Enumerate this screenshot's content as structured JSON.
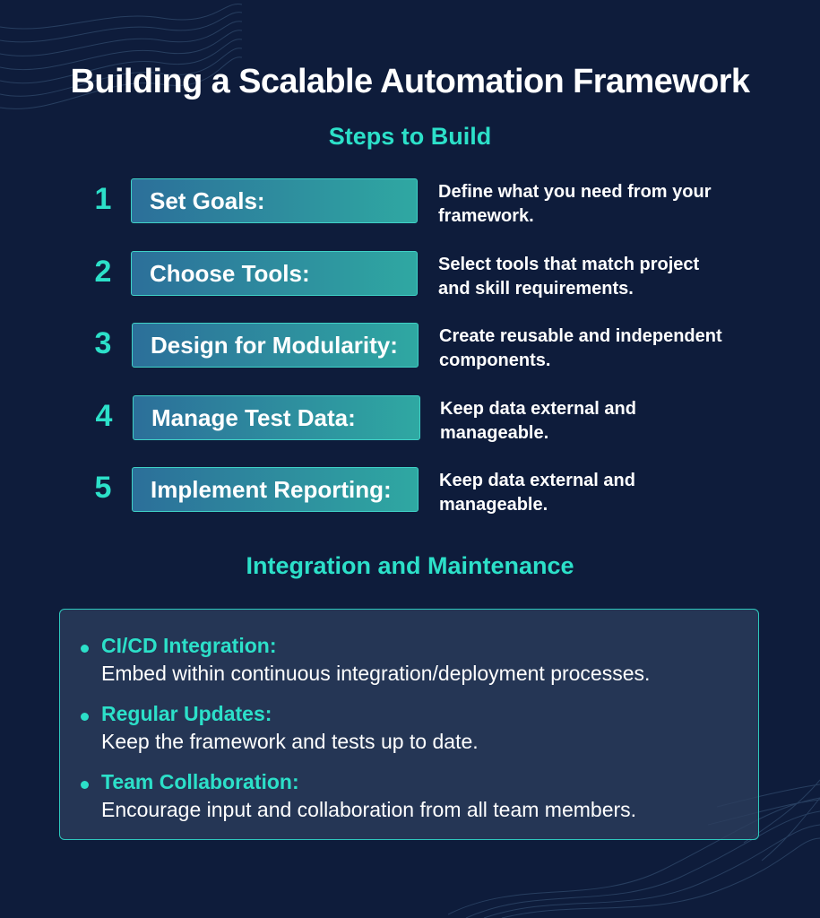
{
  "title": "Building a Scalable Automation Framework",
  "steps_heading": "Steps to Build",
  "steps": [
    {
      "number": "1",
      "label": "Set Goals:",
      "description": "Define what you need from your framework."
    },
    {
      "number": "2",
      "label": "Choose Tools:",
      "description": "Select tools that match project and skill requirements."
    },
    {
      "number": "3",
      "label": "Design for Modularity:",
      "description": "Create reusable and independent components."
    },
    {
      "number": "4",
      "label": "Manage Test Data:",
      "description": "Keep data external and manageable."
    },
    {
      "number": "5",
      "label": "Implement Reporting:",
      "description": "Keep data external and manageable."
    }
  ],
  "integration_heading": "Integration and Maintenance",
  "integration_items": [
    {
      "title": "CI/CD Integration:",
      "text": "Embed within continuous integration/deployment processes."
    },
    {
      "title": "Regular Updates:",
      "text": "Keep the framework and tests up to date."
    },
    {
      "title": "Team Collaboration:",
      "text": "Encourage input and collaboration from all team members."
    }
  ],
  "colors": {
    "background": "#0e1c3b",
    "accent": "#2ce0c9",
    "box_gradient_start": "#2c6f9a",
    "box_gradient_end": "#2fa8a2",
    "panel_background": "#2c3e5c"
  }
}
